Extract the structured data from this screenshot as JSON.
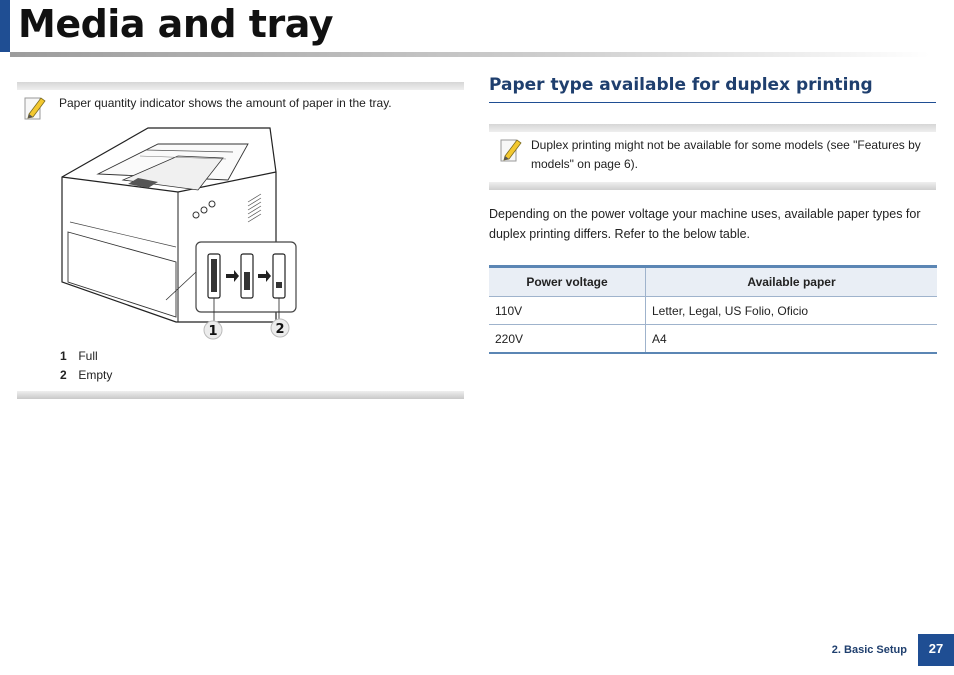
{
  "header": {
    "title": "Media and tray"
  },
  "left_note": {
    "text": "Paper quantity indicator shows the amount of paper in the tray."
  },
  "figure": {
    "callouts": [
      "1",
      "2"
    ],
    "legend": [
      {
        "num": "1",
        "label": "Full"
      },
      {
        "num": "2",
        "label": "Empty"
      }
    ]
  },
  "section": {
    "heading": "Paper type available for duplex printing",
    "note": "Duplex printing might not be available for some models (see \"Features by models\" on page 6).",
    "paragraph": "Depending on the power voltage your machine uses, available paper types for duplex printing differs. Refer to the below table."
  },
  "table": {
    "headers": [
      "Power voltage",
      "Available paper"
    ],
    "rows": [
      [
        "110V",
        "Letter, Legal, US Folio, Oficio"
      ],
      [
        "220V",
        "A4"
      ]
    ]
  },
  "footer": {
    "section": "2. Basic Setup",
    "page": "27"
  },
  "colors": {
    "accent": "#1f4e93",
    "heading": "#1f3f6e"
  },
  "icons": {
    "note": "pencil-note-icon"
  }
}
